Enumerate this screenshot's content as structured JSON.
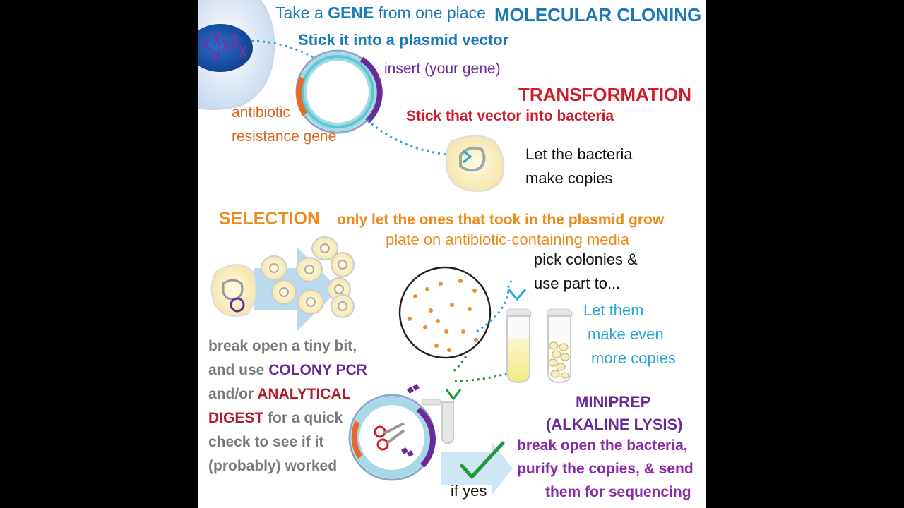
{
  "colors": {
    "title_blue": "#1a7ab8",
    "insert_purple": "#6a2a9a",
    "transformation_red": "#d01c2a",
    "selection_orange": "#ee8a1c",
    "let_them_cyan": "#2aa6d6",
    "note_gray": "#7a7a7a",
    "miniprep_magenta": "#8a2aa8",
    "check_green": "#1e9a3a"
  },
  "header": {
    "gene_pre": "Take a ",
    "gene_word": "GENE",
    "gene_post": " from one place",
    "title": "MOLECULAR CLONING",
    "stick_plasmid": "Stick it into a plasmid vector"
  },
  "plasmid": {
    "insert_label": "insert (your gene)",
    "resistance_line1": "antibiotic",
    "resistance_line2": "resistance gene"
  },
  "transformation": {
    "title": "TRANSFORMATION",
    "subtitle": "Stick that vector into bacteria",
    "copies_line1": "Let the bacteria",
    "copies_line2": "make copies"
  },
  "selection": {
    "title": "SELECTION",
    "line1": "only let the ones that took in the plasmid grow",
    "line2": "plate on antibiotic-containing media",
    "pick_line1": "pick colonies &",
    "pick_line2": "use part to..."
  },
  "grow": {
    "line1": "Let them",
    "line2": "make even",
    "line3": "more copies"
  },
  "check": {
    "l1": "break open a tiny bit,",
    "l2_pre": "and use ",
    "l2_em": "COLONY PCR",
    "l3_pre": "and/or ",
    "l3_em": "ANALYTICAL",
    "l4_em": "DIGEST",
    "l4_post": " for a quick",
    "l5": "check to see if it",
    "l6": "(probably) worked"
  },
  "miniprep": {
    "title1": "MINIPREP",
    "title2": "(ALKALINE LYSIS)",
    "d1": "break open the bacteria,",
    "d2": "purify the copies, & send",
    "d3": "them for sequencing",
    "if_yes": "if yes"
  }
}
